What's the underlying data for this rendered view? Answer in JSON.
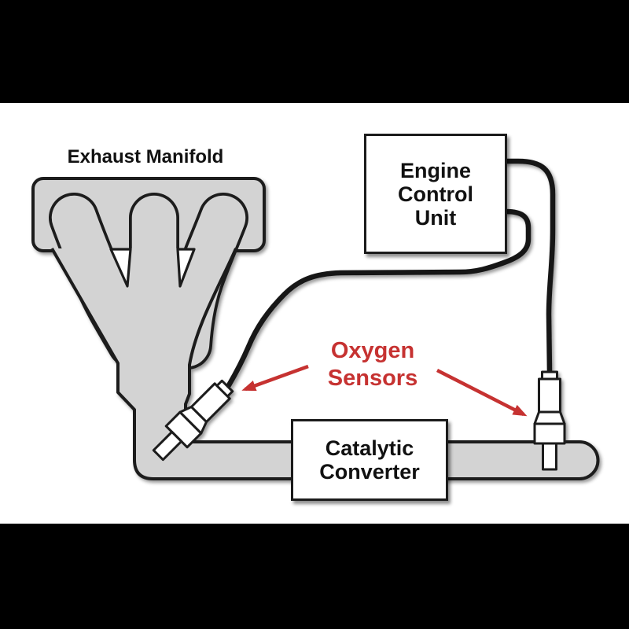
{
  "scene": {
    "kind": "automotive exhaust system diagram",
    "letterbox_color": "#000000",
    "canvas_color": "#ffffff"
  },
  "colors": {
    "metal": "#d3d3d3",
    "outline": "#1b1b1b",
    "red": "#c63231",
    "boxfill": "#ffffff",
    "textcol": "#111111",
    "letterbox": "#000000"
  },
  "labels": {
    "exhaust_manifold": "Exhaust Manifold",
    "ecu_line1": "Engine",
    "ecu_line2": "Control",
    "ecu_line3": "Unit",
    "oxygen_line1": "Oxygen",
    "oxygen_line2": "Sensors",
    "cat_line1": "Catalytic",
    "cat_line2": "Converter"
  },
  "components": [
    {
      "name": "exhaust-manifold-shape"
    },
    {
      "name": "exhaust-pipe-shape"
    },
    {
      "name": "engine-control-unit-box"
    },
    {
      "name": "catalytic-converter-box"
    },
    {
      "name": "upstream-oxygen-sensor"
    },
    {
      "name": "downstream-oxygen-sensor"
    },
    {
      "name": "sensor-wire-upstream"
    },
    {
      "name": "sensor-wire-downstream"
    },
    {
      "name": "annotation-arrow-left"
    },
    {
      "name": "annotation-arrow-right"
    }
  ]
}
